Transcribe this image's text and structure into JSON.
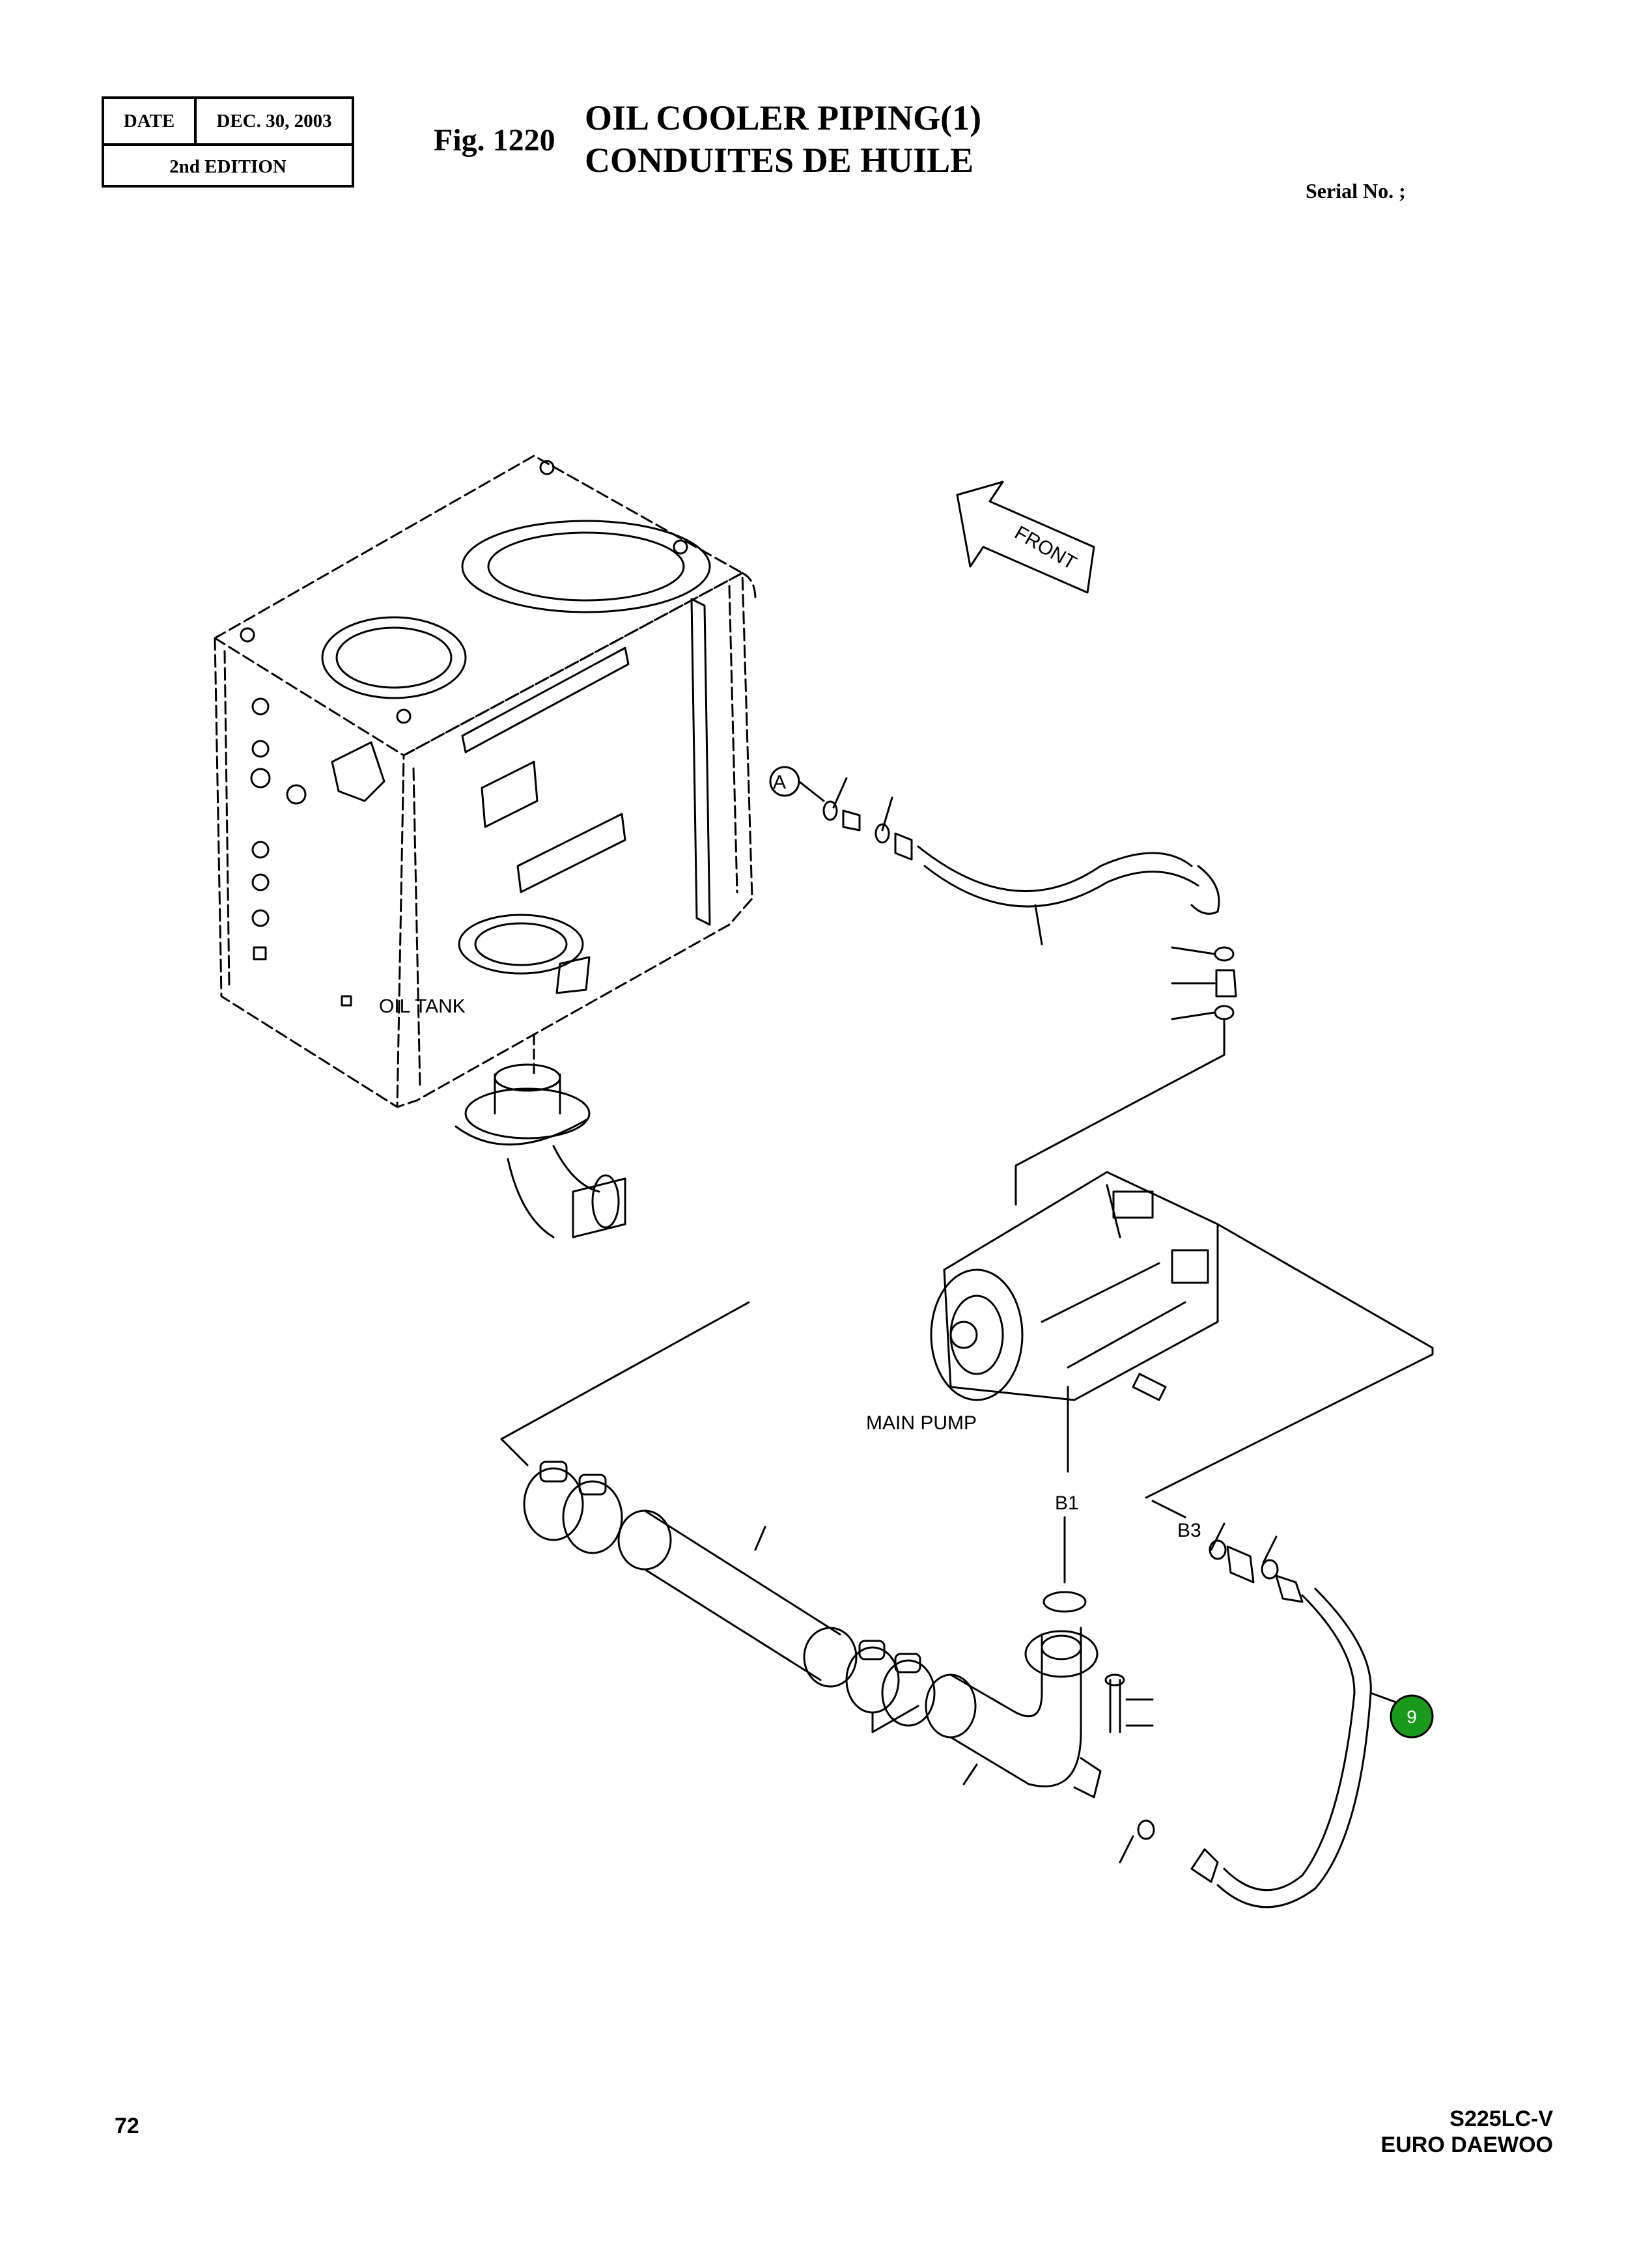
{
  "header": {
    "date_label": "DATE",
    "date_value": "DEC. 30, 2003",
    "edition": "2nd EDITION",
    "fig_number": "Fig. 1220",
    "title_en": "OIL COOLER PIPING(1)",
    "title_fr": "CONDUITES DE HUILE",
    "serial": "Serial No. ;"
  },
  "diagram": {
    "front_label": "FRONT",
    "oil_tank_label": "OIL TANK",
    "main_pump_label": "MAIN PUMP",
    "callout_a": "A",
    "port_b1": "B1",
    "port_b3": "B3",
    "part_callout": "9",
    "part_callout_color": "#1a9a1a"
  },
  "footer": {
    "page_number": "72",
    "model": "S225LC-V",
    "brand": "EURO DAEWOO"
  }
}
